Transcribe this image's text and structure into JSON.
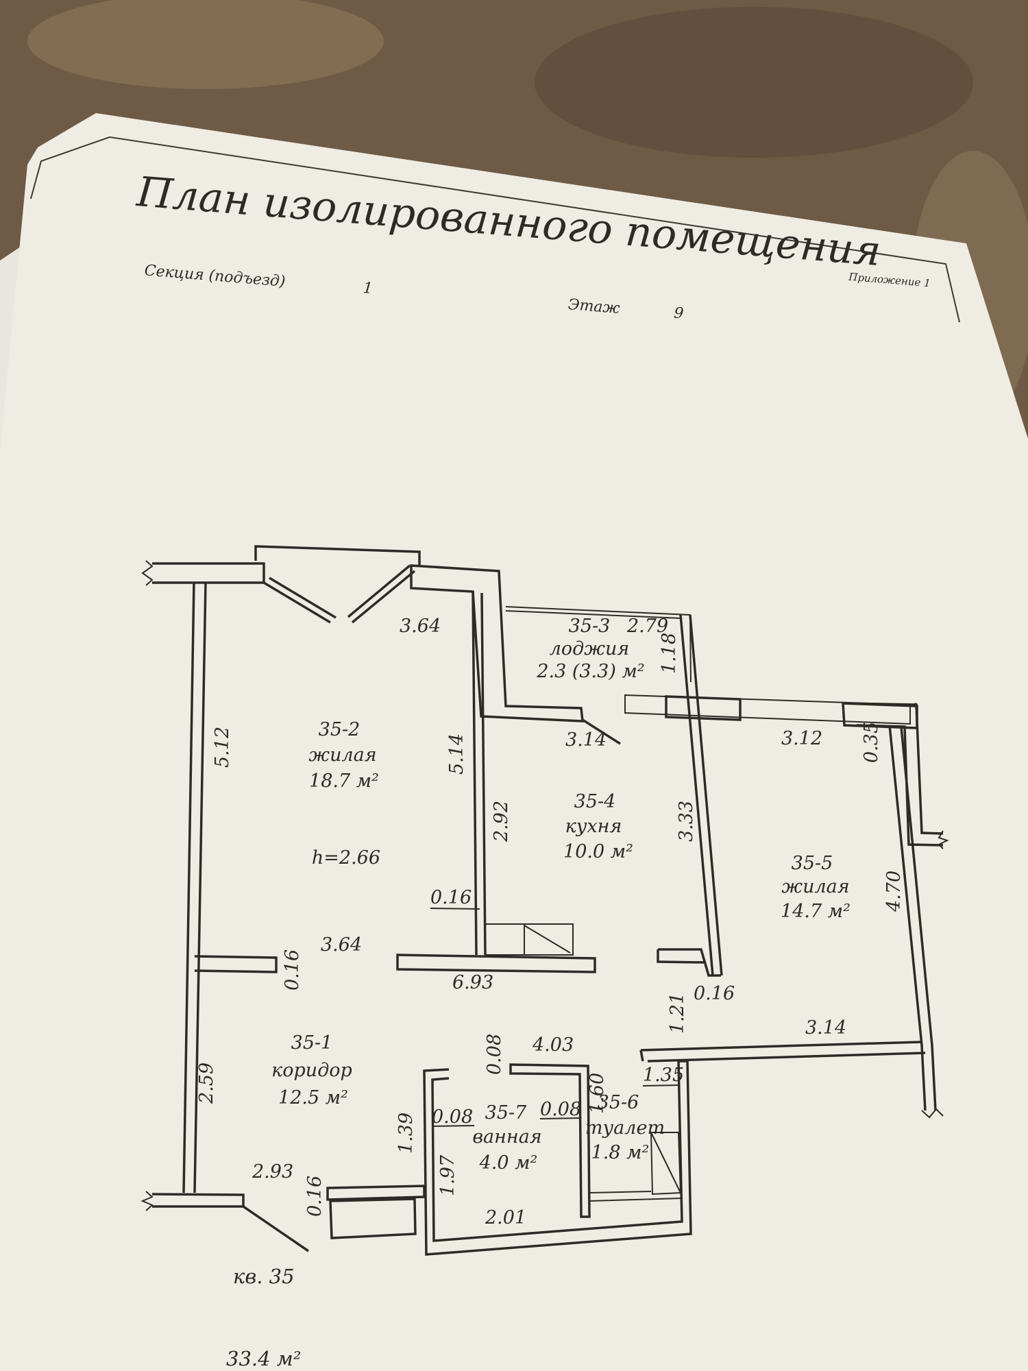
{
  "header": {
    "title": "План изолированного помещения",
    "appendix": "Приложение 1",
    "section_label": "Секция (подъезд)",
    "section_value": "1",
    "floor_label": "Этаж",
    "floor_value": "9"
  },
  "rooms": [
    {
      "id": "r352",
      "number": "35-2",
      "type": "жилая",
      "area": "18.7 м²"
    },
    {
      "id": "r353",
      "number": "35-3",
      "type": "лоджия",
      "area": "2.3 (3.3) м²"
    },
    {
      "id": "r354",
      "number": "35-4",
      "type": "кухня",
      "area": "10.0 м²"
    },
    {
      "id": "r355",
      "number": "35-5",
      "type": "жилая",
      "area": "14.7 м²"
    },
    {
      "id": "r351",
      "number": "35-1",
      "type": "коридор",
      "area": "12.5 м²"
    },
    {
      "id": "r357",
      "number": "35-7",
      "type": "ванная",
      "area": "4.0 м²"
    },
    {
      "id": "r356",
      "number": "35-6",
      "type": "туалет",
      "area": "1.8 м²"
    }
  ],
  "ceiling_height": "h=2.66",
  "dimensions": {
    "d_364_top": "3.64",
    "d_279": "2.79",
    "d_118": "1.18",
    "d_512": "5.12",
    "d_514": "5.14",
    "d_314_kitchen": "3.14",
    "d_312": "3.12",
    "d_035": "0.35",
    "d_292": "2.92",
    "d_333": "3.33",
    "d_470": "4.70",
    "d_016_a": "0.16",
    "d_364_bottom": "3.64",
    "d_016_b": "0.16",
    "d_693": "6.93",
    "d_016_c": "0.16",
    "d_121": "1.21",
    "d_314_hall": "3.14",
    "d_259": "2.59",
    "d_008_a": "0.08",
    "d_403": "4.03",
    "d_160": "1.60",
    "d_135": "1.35",
    "d_139": "1.39",
    "d_008_b": "0.08",
    "d_008_c": "0.08",
    "d_197": "1.97",
    "d_293": "2.93",
    "d_016_d": "0.16",
    "d_201": "2.01"
  },
  "apartment": "кв. 35",
  "total_area": "33.4 м²"
}
